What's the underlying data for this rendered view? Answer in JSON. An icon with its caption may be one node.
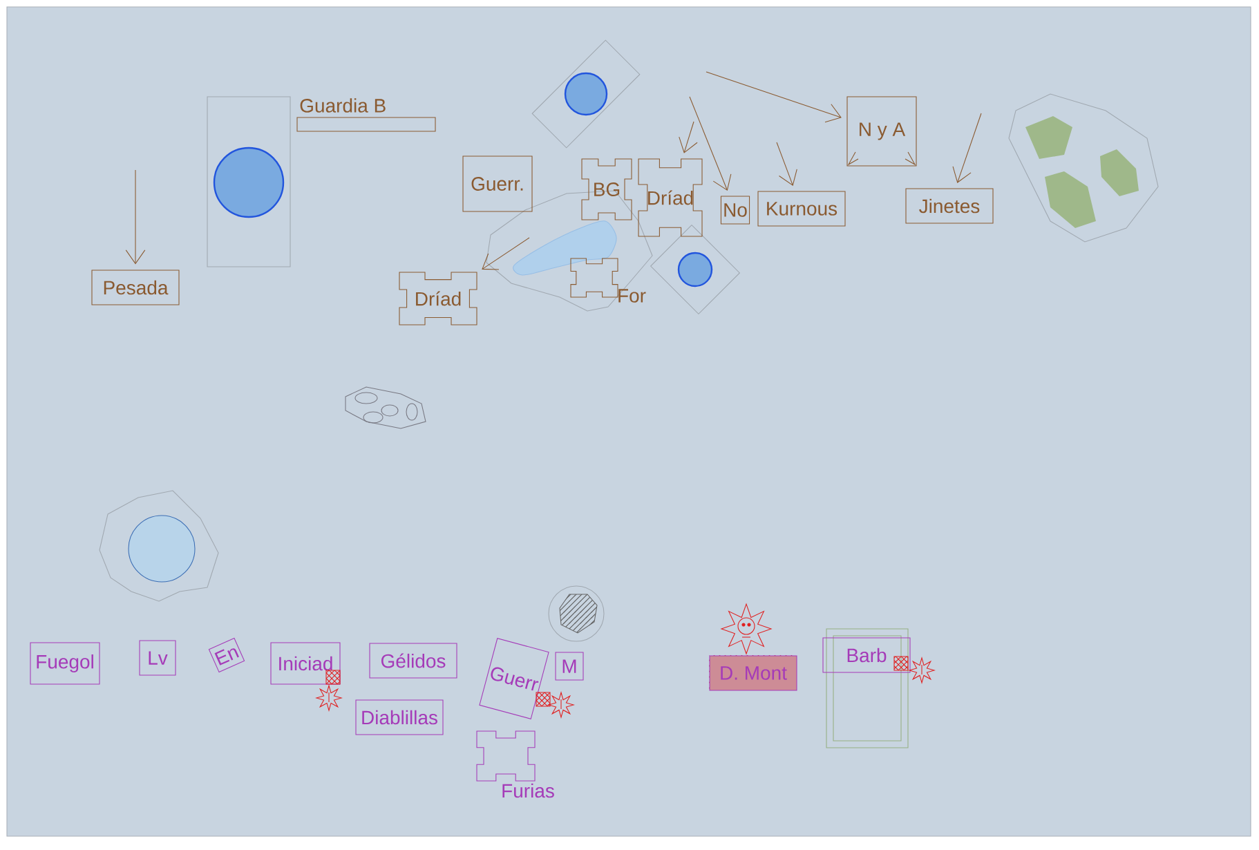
{
  "diagram": {
    "nodes": [
      {
        "text": [
          "Guardia B"
        ]
      },
      {
        "text": [
          "Guerr."
        ]
      },
      {
        "text": [
          "BG"
        ]
      },
      {
        "text": [
          "Dríad"
        ]
      },
      {
        "text": [
          "N y A"
        ]
      },
      {
        "text": [
          "No"
        ]
      },
      {
        "text": [
          "Kurnous"
        ]
      },
      {
        "text": [
          "Jinetes"
        ]
      },
      {
        "text": [
          "Pesada"
        ]
      },
      {
        "text": [
          "Dríad"
        ]
      },
      {
        "text": [
          "For"
        ]
      },
      {
        "text": [
          "Fuegol"
        ]
      },
      {
        "text": [
          "Lv"
        ]
      },
      {
        "text": [
          "En"
        ]
      },
      {
        "text": [
          "Iniciad"
        ]
      },
      {
        "text": [
          "Gélidos"
        ]
      },
      {
        "text": [
          "Guerr"
        ]
      },
      {
        "text": [
          "M"
        ]
      },
      {
        "text": [
          "D. Mont"
        ]
      },
      {
        "text": [
          "Barb"
        ]
      },
      {
        "text": [
          "Diablillas"
        ]
      },
      {
        "text": [
          "Furias"
        ]
      }
    ],
    "edges": [
      {
        "from": null,
        "to": 8,
        "arrow": "to"
      },
      {
        "from": null,
        "to": 9,
        "arrow": "to"
      },
      {
        "from": null,
        "to": 3,
        "arrow": "to"
      },
      {
        "from": null,
        "to": 5,
        "arrow": "to"
      },
      {
        "from": null,
        "to": 6,
        "arrow": "to"
      },
      {
        "from": null,
        "to": 4,
        "arrow": "to"
      },
      {
        "from": null,
        "to": 7,
        "arrow": "to"
      }
    ]
  }
}
